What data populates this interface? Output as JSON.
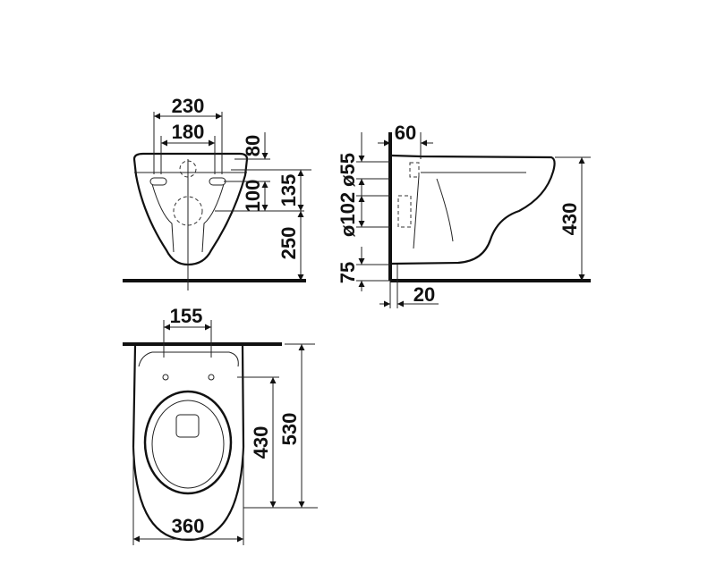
{
  "front_view": {
    "dim_outer_bolts": "230",
    "dim_inner_bolts": "180",
    "dim_top_to_inlet": "80",
    "dim_inlet_to_outlet": "100",
    "dim_top_to_outlet": "135",
    "dim_outlet_to_floor": "250"
  },
  "side_view": {
    "dim_depth_offset": "60",
    "dim_inlet_diameter": "ø55",
    "dim_outlet_diameter": "ø102",
    "dim_bottom_offset": "75",
    "dim_wall_gap": "20",
    "dim_height": "430"
  },
  "top_view": {
    "dim_bolt_spacing": "155",
    "dim_bowl_length": "430",
    "dim_total_length": "530",
    "dim_width": "360"
  }
}
